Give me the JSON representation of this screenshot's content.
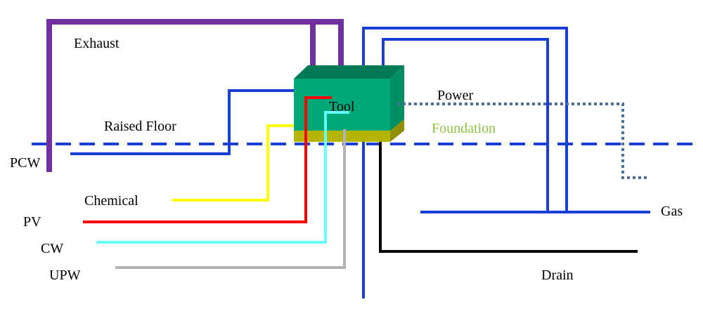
{
  "diagram": {
    "labels": {
      "exhaust": "Exhaust",
      "raised_floor": "Raised Floor",
      "tool": "Tool",
      "power": "Power",
      "foundation": "Foundation",
      "pcw": "PCW",
      "chemical": "Chemical",
      "pv": "PV",
      "cw": "CW",
      "upw": "UPW",
      "gas": "Gas",
      "drain": "Drain"
    },
    "colors": {
      "exhaust": "#7030a0",
      "pcw": "#1a3fd6",
      "power": "#1a3fd6",
      "gas": "#1a3fd6",
      "chemical": "#ffff00",
      "pv": "#ff0000",
      "cw": "#66ffff",
      "upw": "#b3b3b3",
      "drain": "#000000",
      "signal": "#4a6fa5",
      "raised_floor_line": "#1a3fd6",
      "tool_front": "#00a878",
      "tool_top": "#007a55",
      "tool_side": "#008f63",
      "foundation_block": "#b5b500",
      "foundation_label": "#8cc63f"
    }
  }
}
